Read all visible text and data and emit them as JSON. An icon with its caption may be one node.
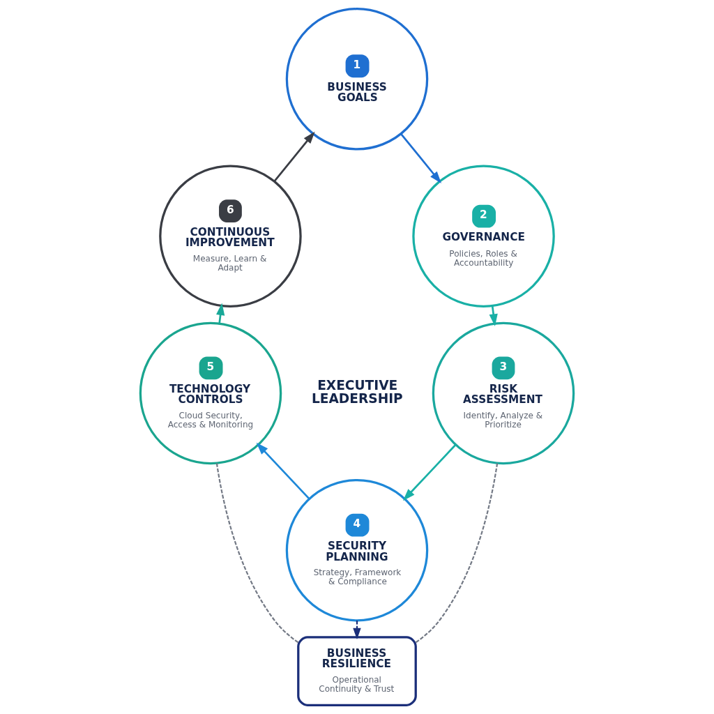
{
  "diagram": {
    "nodes": [
      {
        "text": [
          "1",
          "BUSINESS GOALS"
        ]
      },
      {
        "text": [
          "2",
          "GOVERNANCE",
          "Policies, Roles & Accountability"
        ]
      },
      {
        "text": [
          "3",
          "RISK ASSESSMENT",
          "Identify, Analyze & Prioritize"
        ]
      },
      {
        "text": [
          "4",
          "SECURITY PLANNING",
          "Strategy, Framework & Compliance"
        ]
      },
      {
        "text": [
          "5",
          "TECHNOLOGY CONTROLS",
          "Cloud Security, Access & Monitoring"
        ]
      },
      {
        "text": [
          "6",
          "CONTINUOUS IMPROVEMENT",
          "Measure, Learn & Adapt"
        ]
      },
      {
        "text": [
          "BUSINESS RESILIENCE",
          "Operational Continuity & Trust"
        ]
      }
    ],
    "edges": [
      {
        "from": 0,
        "to": 1,
        "arrow": "to",
        "color": "#1f6fd1"
      },
      {
        "from": 1,
        "to": 2,
        "arrow": "to",
        "color": "#19b0a6"
      },
      {
        "from": 2,
        "to": 3,
        "arrow": "to",
        "color": "#19b0a6"
      },
      {
        "from": 3,
        "to": 4,
        "arrow": "to",
        "color": "#1e88d8"
      },
      {
        "from": 4,
        "to": 5,
        "arrow": "to",
        "color": "#19a898"
      },
      {
        "from": 5,
        "to": 0,
        "arrow": "to",
        "color": "#3a3d44"
      },
      {
        "from": 3,
        "to": 6,
        "arrow": "to",
        "style": "dashed",
        "color": "#1b2f7a"
      },
      {
        "from": 4,
        "to": 6,
        "arrow": "none",
        "style": "dashed",
        "color": "#737985"
      },
      {
        "from": 2,
        "to": 6,
        "arrow": "none",
        "style": "dashed",
        "color": "#737985"
      }
    ],
    "labels": [
      "EXECUTIVE LEADERSHIP"
    ]
  }
}
